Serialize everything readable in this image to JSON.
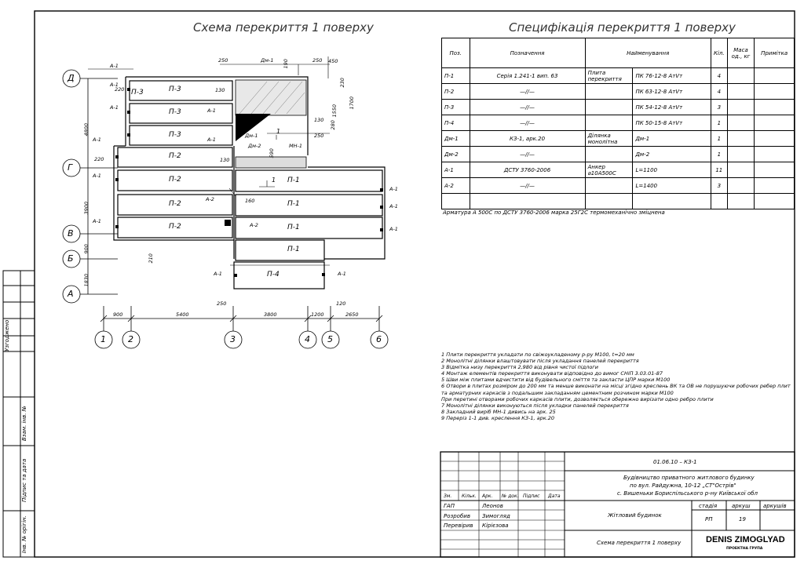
{
  "scheme": {
    "title": "Схема перекриття 1 поверху",
    "axes_rows": [
      "Д",
      "Г",
      "В",
      "Б",
      "А"
    ],
    "axes_cols": [
      "1",
      "2",
      "3",
      "4",
      "5",
      "6"
    ],
    "dims_bottom": [
      "900",
      "5400",
      "3800",
      "1200",
      "2650"
    ],
    "dims_left": [
      "4800",
      "3900",
      "900",
      "1830"
    ],
    "panels": [
      "П-3",
      "П-3",
      "П-3",
      "П-2",
      "П-2",
      "П-2",
      "П-2",
      "П-1",
      "П-1",
      "П-1",
      "П-1",
      "П-4"
    ],
    "tags": {
      "a1": "А-1",
      "a2": "А-2",
      "dm1": "Дм-1",
      "dm2": "Дм-2",
      "mn1": "МН-1",
      "d250": "250",
      "d190": "190",
      "d450": "450",
      "d230": "230",
      "d220": "220",
      "d130": "130",
      "d1700": "1700",
      "d1550": "1550",
      "d280": "280",
      "d590": "590",
      "d160": "160",
      "d210": "210",
      "d120": "120",
      "cut": "1"
    }
  },
  "spec": {
    "title": "Специфікація перекриття 1 поверху",
    "headers": [
      "Поз.",
      "Позначення",
      "Найменування",
      "Кіл.",
      "Маса од., кг",
      "Примітка"
    ],
    "rows": [
      [
        "П-1",
        "Серія 1.241-1  вип. 63",
        "Плита перекриття",
        "ПК 76-12-8 AтVт",
        "4",
        "",
        ""
      ],
      [
        "П-2",
        "—//—",
        "",
        "ПК 63-12-8 AтVт",
        "4",
        "",
        ""
      ],
      [
        "П-3",
        "—//—",
        "",
        "ПК 54-12-8 AтVт",
        "3",
        "",
        ""
      ],
      [
        "П-4",
        "—//—",
        "",
        "ПК 50-15-8 AтVт",
        "1",
        "",
        ""
      ],
      [
        "Дм-1",
        "КЗ-1, арк.20",
        "Ділянка монолітна",
        "Дм-1",
        "1",
        "",
        ""
      ],
      [
        "Дм-2",
        "—//—",
        "",
        "Дм-2",
        "1",
        "",
        ""
      ],
      [
        "А-1",
        "ДСТУ 3760-2006",
        "Анкер  ⌀10А500С",
        "L=1100",
        "11",
        "",
        ""
      ],
      [
        "А-2",
        "—//—",
        "",
        "L=1400",
        "3",
        "",
        ""
      ],
      [
        "",
        "",
        "",
        "",
        "",
        "",
        ""
      ]
    ],
    "footnote": "Арматура А 500С по ДСТУ 3760-2006 марка 25Г2С термомеханічно зміцнена"
  },
  "notes": [
    "1  Плити перекриття укладати по свіжоукладеному р-ру М100, t=20 мм",
    "2  Монолітні ділянки влаштовувати після укладання панелей перекриття",
    "3  Відмітка низу перекриття 2,980 від рівня чистої підлоги",
    "4  Монтаж елементів перекриття виконувати відповідно до вимог СНіП 3.03.01-87",
    "5  Шви між плитами вдчистити від будівельного сміття та закласти ЦПР марки М100",
    "6  Отвори в плитах розміром до 200 мм та менше виконати на місці згідно креслень ВК та ОВ не порушуючи робочих ребер плит",
    "    та арматурних каркасів з подальшим закладанням цементним розчином марки М100",
    "    При перетині отворами робочих каркасів плити, дозволяється обережно вирізати одно ребро плити",
    "7  Монолітні ділянки виконуються після укладки панелей перекриття",
    "8  Закладний виріб МН-1 дивись на арк. 25",
    "9  Переріз 1-1 див. креслення КЗ-1, арк.20"
  ],
  "stamp": {
    "code": "01.06.10 – КЗ-1",
    "project_l1": "Будівництво приватного житлового будинку",
    "project_l2": "по вул. Райдужна, 10-12 „СТ\"Острів\"",
    "project_l3": "с. Вишеньки Бориспільського р-ну Київської обл",
    "col_heads": [
      "Зм.",
      "Кільк.",
      "Арк.",
      "№ док.",
      "Підпис",
      "Дата"
    ],
    "roles": [
      "ГАП",
      "Розробив",
      "Перевірив"
    ],
    "names": [
      "Леонов",
      "Зимогляд",
      "Кірієзова"
    ],
    "object": "Жітловий будинок",
    "sheet_title": "Схема перекриття 1 поверху",
    "stage_label": "стадія",
    "sheet_label": "аркуш",
    "sheets_label": "аркушів",
    "stage": "РП",
    "sheet": "19",
    "company": "DENIS ZIMOGLYAD",
    "company_sub": "ПРОЕКТНА ГРУПА"
  },
  "side": {
    "agreed": "Узгоджено",
    "inv_replace": "Взам. інв. №",
    "sign_date": "Підпис та дата",
    "inv_orig": "Інв. № орігін."
  }
}
